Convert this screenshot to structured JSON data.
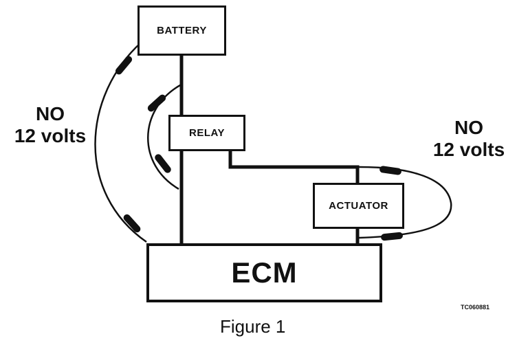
{
  "diagram": {
    "components": {
      "battery": "BATTERY",
      "relay": "RELAY",
      "actuator": "ACTUATOR",
      "ecm": "ECM"
    },
    "left_measurement": {
      "line1": "NO",
      "line2": "12 volts"
    },
    "right_measurement": {
      "line1": "NO",
      "line2": "12 volts"
    },
    "figure_caption": "Figure 1",
    "reference_code": "TC060881"
  }
}
